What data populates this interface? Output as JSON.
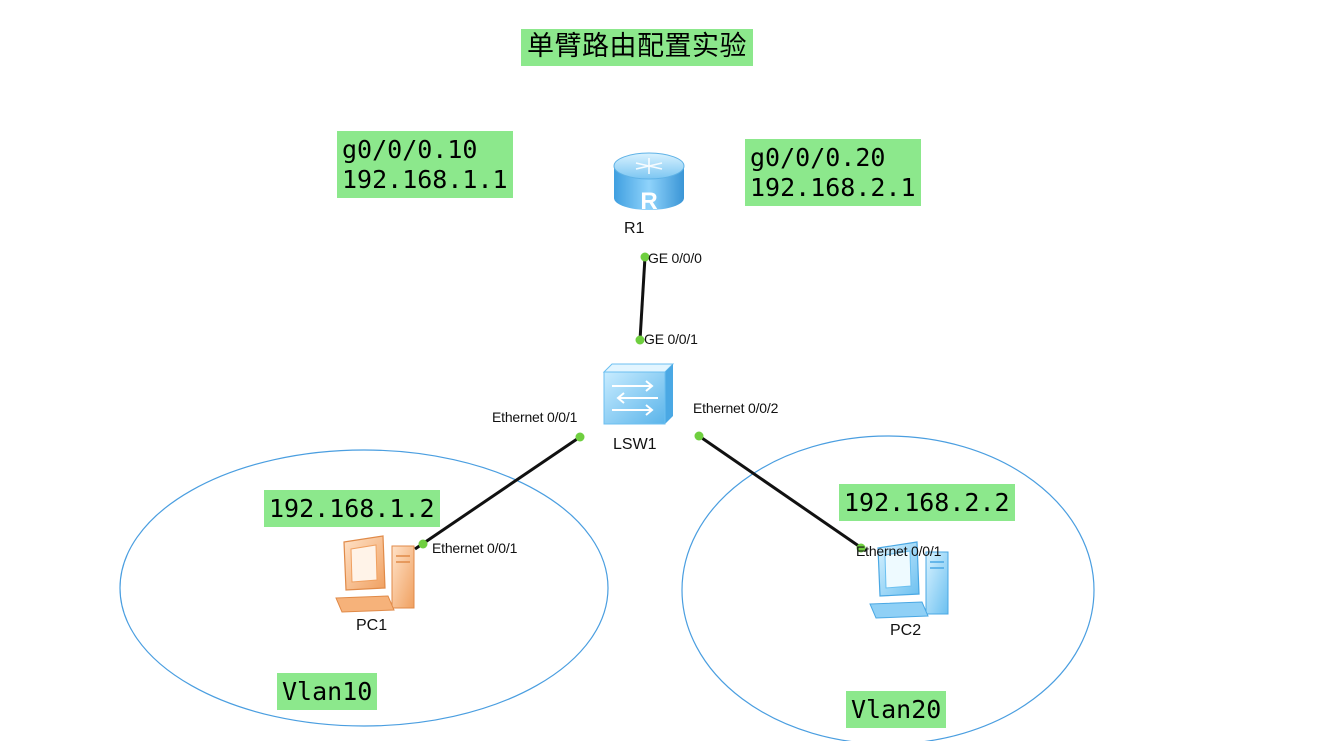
{
  "title": "单臂路由配置实验",
  "router": {
    "name": "R1",
    "port": "GE 0/0/0",
    "glyph": "R",
    "sub_left": {
      "iface": "g0/0/0.10",
      "ip": "192.168.1.1"
    },
    "sub_right": {
      "iface": "g0/0/0.20",
      "ip": "192.168.2.1"
    }
  },
  "switch": {
    "name": "LSW1",
    "uplink_port": "GE 0/0/1",
    "port_left": "Ethernet 0/0/1",
    "port_right": "Ethernet 0/0/2"
  },
  "pc1": {
    "name": "PC1",
    "port": "Ethernet 0/0/1",
    "ip": "192.168.1.2",
    "vlan": "Vlan10"
  },
  "pc2": {
    "name": "PC2",
    "port": "Ethernet 0/0/1",
    "ip": "192.168.2.2",
    "vlan": "Vlan20"
  },
  "colors": {
    "label_bg": "#8ce88c",
    "link": "#111111",
    "port_dot": "#6fcf3f",
    "vlan_ring": "#4a9ee0"
  }
}
